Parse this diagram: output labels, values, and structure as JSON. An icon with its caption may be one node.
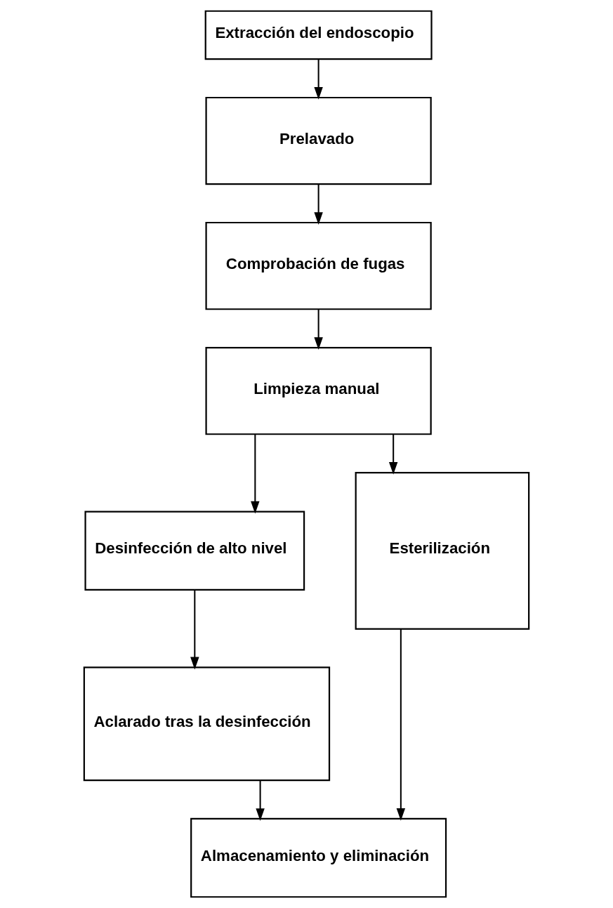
{
  "diagram": {
    "nodes": [
      {
        "text": [
          "Extracción del endoscopio"
        ]
      },
      {
        "text": [
          "Prelavado"
        ]
      },
      {
        "text": [
          "Comprobación de fugas"
        ]
      },
      {
        "text": [
          "Limpieza manual"
        ]
      },
      {
        "text": [
          "Desinfección de alto nivel"
        ]
      },
      {
        "text": [
          "Esterilización"
        ]
      },
      {
        "text": [
          "Aclarado tras la desinfección"
        ]
      },
      {
        "text": [
          "Almacenamiento y eliminación"
        ]
      }
    ],
    "edges": [
      {
        "from": 0,
        "to": 1,
        "arrow": "to"
      },
      {
        "from": 1,
        "to": 2,
        "arrow": "to"
      },
      {
        "from": 2,
        "to": 3,
        "arrow": "to"
      },
      {
        "from": 3,
        "to": 4,
        "arrow": "to"
      },
      {
        "from": 3,
        "to": 5,
        "arrow": "to"
      },
      {
        "from": 4,
        "to": 6,
        "arrow": "to"
      },
      {
        "from": 6,
        "to": 7,
        "arrow": "to"
      },
      {
        "from": 5,
        "to": 7,
        "arrow": "to"
      }
    ]
  }
}
